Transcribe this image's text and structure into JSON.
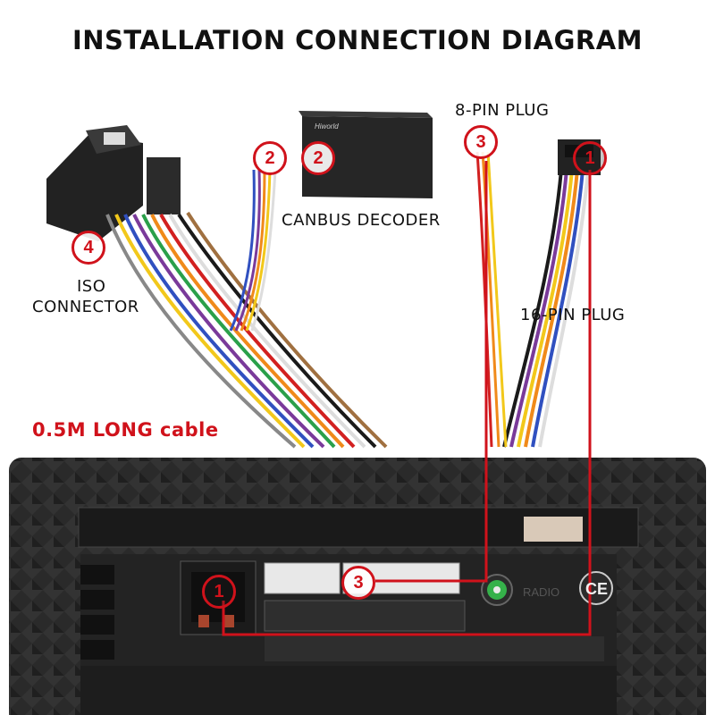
{
  "title": "INSTALLATION CONNECTION DIAGRAM",
  "labels": {
    "pin8": "8-PIN PLUG",
    "canbus": "CANBUS DECODER",
    "pin16": "16-PIN PLUG",
    "iso_line1": "ISO",
    "iso_line2": "CONNECTOR",
    "cable": "0.5M LONG cable"
  },
  "badges": {
    "b1": "1",
    "b2": "2",
    "b3": "3",
    "b4": "4"
  },
  "decoder_brand": "Hiworld",
  "unit_labels": {
    "radio": "RADIO",
    "ce": "CE"
  },
  "colors": {
    "accent": "#d0121b",
    "title": "#111111"
  }
}
